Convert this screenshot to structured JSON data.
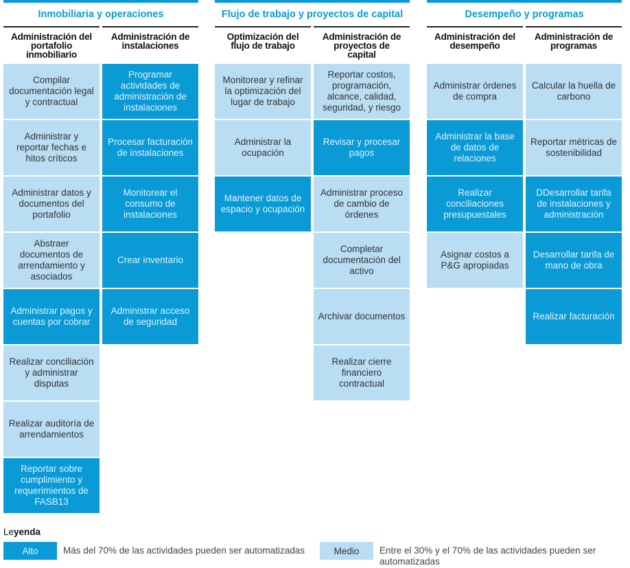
{
  "sections": [
    {
      "title": "Inmobiliaria y operaciones",
      "columns": [
        {
          "header": [
            "Administración del",
            "portafolio",
            "inmobiliario"
          ],
          "cells": [
            {
              "text": "Compilar documentación legal y contractual",
              "level": "medio"
            },
            {
              "text": "Administrar y reportar fechas e hitos críticos",
              "level": "medio"
            },
            {
              "text": "Administrar datos y documentos del portafolio",
              "level": "medio"
            },
            {
              "text": "Abstraer documentos de arrendamiento y asociados",
              "level": "medio"
            },
            {
              "text": "Administrar pagos y cuentas por cobrar",
              "level": "alto"
            },
            {
              "text": "Realizar conciliación y administrar disputas",
              "level": "medio"
            },
            {
              "text": "Realizar auditoría de arrendamientos",
              "level": "medio"
            },
            {
              "text": "Reportar sobre cumplimiento y requerimientos de FASB13",
              "level": "alto"
            }
          ]
        },
        {
          "header": [
            "Administración de",
            "instalaciones"
          ],
          "cells": [
            {
              "text": "Programar actividades de administración de instalaciones",
              "level": "alto"
            },
            {
              "text": "Procesar facturación de instalaciones",
              "level": "alto"
            },
            {
              "text": "Monitorear el consumo de instalaciones",
              "level": "alto"
            },
            {
              "text": "Crear inventario",
              "level": "alto"
            },
            {
              "text": "Administrar acceso de seguridad",
              "level": "alto"
            }
          ]
        }
      ]
    },
    {
      "title": "Flujo de trabajo y proyectos de capital",
      "columns": [
        {
          "header": [
            "Optimización del",
            "flujo de trabajo"
          ],
          "cells": [
            {
              "text": "Monitorear y refinar la optimización del lugar de trabajo",
              "level": "medio"
            },
            {
              "text": "Administrar la ocupación",
              "level": "medio"
            },
            {
              "text": "Mantener datos de espacio y ocupación",
              "level": "alto"
            }
          ]
        },
        {
          "header": [
            "Administración de",
            "proyectos de",
            "capital"
          ],
          "cells": [
            {
              "text": "Reportar costos, programación, alcance, calidad, seguridad, y riesgo",
              "level": "medio"
            },
            {
              "text": "Revisar y procesar pagos",
              "level": "alto"
            },
            {
              "text": "Administrar proceso de cambio de órdenes",
              "level": "medio"
            },
            {
              "text": "Completar documentación del activo",
              "level": "medio"
            },
            {
              "text": "Archivar documentos",
              "level": "medio"
            },
            {
              "text": "Realizar cierre financiero contractual",
              "level": "medio"
            }
          ]
        }
      ]
    },
    {
      "title": "Desempeño y programas",
      "columns": [
        {
          "header": [
            "Administración del",
            "desempeño"
          ],
          "cells": [
            {
              "text": "Administrar órdenes de compra",
              "level": "medio"
            },
            {
              "text": "Administrar la base de datos de relaciones",
              "level": "alto"
            },
            {
              "text": "Realizar conciliaciones presupuestales",
              "level": "alto"
            },
            {
              "text": "Asignar costos a P&G apropiadas",
              "level": "medio"
            }
          ]
        },
        {
          "header": [
            "Administración de",
            "programas"
          ],
          "cells": [
            {
              "text": "Calcular la huella de carbono",
              "level": "medio"
            },
            {
              "text": "Reportar métricas de sostenibilidad",
              "level": "medio"
            },
            {
              "text": "DDesarrollar tarifa de instalaciones y administración",
              "level": "alto"
            },
            {
              "text": "Desarrollar tarifa de mano de obra",
              "level": "alto"
            },
            {
              "text": "Realizar facturación",
              "level": "alto"
            }
          ]
        }
      ]
    }
  ],
  "legend": {
    "title_prefix": "Le",
    "title_bold": "yenda",
    "items": [
      {
        "label": "Alto",
        "level": "alto",
        "description": "Más del 70% de las actividades pueden ser automatizadas"
      },
      {
        "label": "Medio",
        "level": "medio",
        "description": "Entre el 30% y el 70% de las actividades pueden ser automatizadas"
      }
    ]
  },
  "colors": {
    "alto": "#0a9bd6",
    "medio": "#b9ddf3",
    "title": "#0a9bd6"
  }
}
